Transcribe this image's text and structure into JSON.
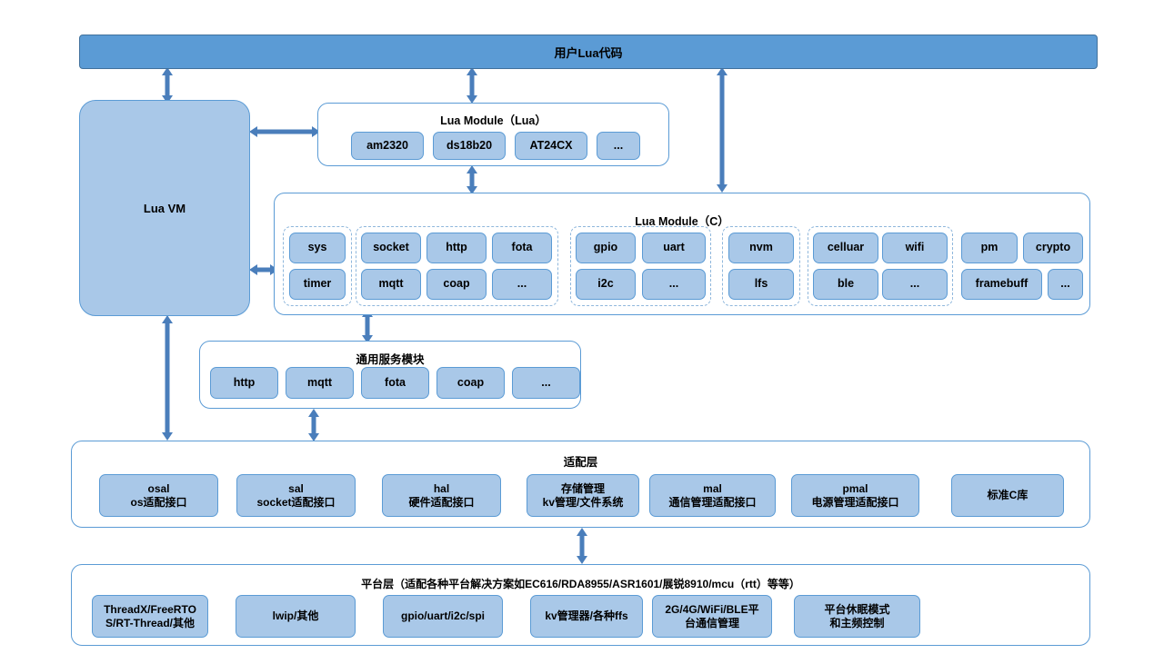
{
  "diagram": {
    "title_bar": {
      "label": "用户Lua代码"
    },
    "lua_vm": {
      "label": "Lua VM"
    },
    "lua_module_lua": {
      "title": "Lua Module（Lua）",
      "chips": [
        "am2320",
        "ds18b20",
        "AT24CX",
        "..."
      ]
    },
    "lua_module_c": {
      "title": "Lua Module（C）",
      "groups": [
        {
          "name": "sys-group",
          "dashed": true,
          "chips_row1": [
            "sys"
          ],
          "chips_row2": [
            "timer"
          ]
        },
        {
          "name": "net-group",
          "dashed": true,
          "chips_row1": [
            "socket",
            "http",
            "fota"
          ],
          "chips_row2": [
            "mqtt",
            "coap",
            "..."
          ]
        },
        {
          "name": "periph-group",
          "dashed": true,
          "chips_row1": [
            "gpio",
            "uart"
          ],
          "chips_row2": [
            "i2c",
            "..."
          ]
        },
        {
          "name": "storage-group",
          "dashed": true,
          "chips_row1": [
            "nvm"
          ],
          "chips_row2": [
            "lfs"
          ]
        },
        {
          "name": "wireless-group",
          "dashed": true,
          "chips_row1": [
            "celluar",
            "wifi"
          ],
          "chips_row2": [
            "ble",
            "..."
          ]
        },
        {
          "name": "misc-group",
          "dashed": false,
          "chips_row1": [
            "pm",
            "crypto"
          ],
          "chips_row2": [
            "framebuff",
            "..."
          ]
        }
      ]
    },
    "common_service": {
      "title": "通用服务模块",
      "chips": [
        "http",
        "mqtt",
        "fota",
        "coap",
        "..."
      ]
    },
    "adapt_layer": {
      "title": "适配层",
      "chips": [
        {
          "line1": "osal",
          "line2": "os适配接口"
        },
        {
          "line1": "sal",
          "line2": "socket适配接口"
        },
        {
          "line1": "hal",
          "line2": "硬件适配接口"
        },
        {
          "line1": "存储管理",
          "line2": "kv管理/文件系统"
        },
        {
          "line1": "mal",
          "line2": "通信管理适配接口"
        },
        {
          "line1": "pmal",
          "line2": "电源管理适配接口"
        },
        {
          "line1": "标准C库",
          "line2": ""
        }
      ]
    },
    "platform_layer": {
      "title": "平台层（适配各种平台解决方案如EC616/RDA8955/ASR1601/展锐8910/mcu（rtt）等等）",
      "chips": [
        {
          "line1": "ThreadX/FreeRTO",
          "line2": "S/RT-Thread/其他"
        },
        {
          "line1": "lwip/其他",
          "line2": ""
        },
        {
          "line1": "gpio/uart/i2c/spi",
          "line2": ""
        },
        {
          "line1": "kv管理器/各种ffs",
          "line2": ""
        },
        {
          "line1": "2G/4G/WiFi/BLE平",
          "line2": "台通信管理"
        },
        {
          "line1": "平台休眠模式",
          "line2": "和主频控制"
        }
      ]
    },
    "colors": {
      "header_fill": "#5B9BD5",
      "chip_fill": "#A9C8E8",
      "border": "#5B9BD5",
      "arrow": "#4A7EBB",
      "dashed_group": "#8FB7DC",
      "background": "#FFFFFF"
    },
    "arrows": [
      {
        "name": "arrow-usercode-to-luavm",
        "dir": "both"
      },
      {
        "name": "arrow-usercode-to-luamodule-lua",
        "dir": "both"
      },
      {
        "name": "arrow-usercode-to-luamodule-c",
        "dir": "both"
      },
      {
        "name": "arrow-luavm-to-luamodule-lua",
        "dir": "both"
      },
      {
        "name": "arrow-luavm-to-luamodule-c",
        "dir": "both"
      },
      {
        "name": "arrow-luamodule-lua-to-luamodule-c",
        "dir": "both"
      },
      {
        "name": "arrow-luamodule-c-to-common-service",
        "dir": "both"
      },
      {
        "name": "arrow-luavm-to-adapt-layer",
        "dir": "both"
      },
      {
        "name": "arrow-common-service-to-adapt-layer",
        "dir": "both"
      },
      {
        "name": "arrow-adapt-layer-to-platform-layer",
        "dir": "both"
      }
    ]
  }
}
